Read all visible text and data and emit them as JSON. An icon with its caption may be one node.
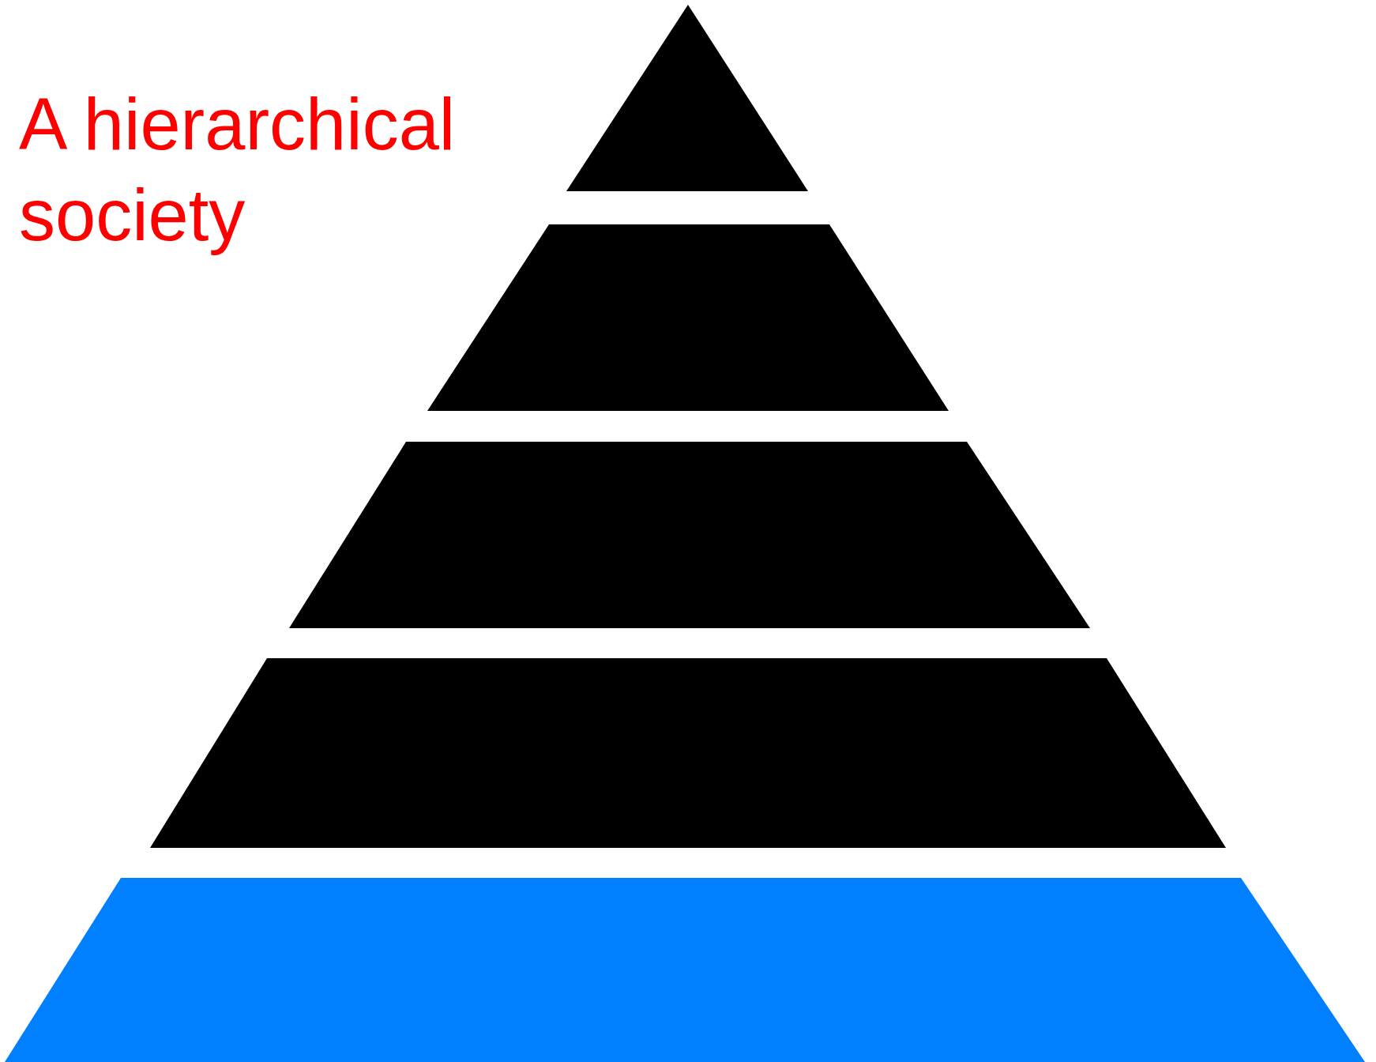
{
  "diagram": {
    "title": "A hierarchical society",
    "nodes": [
      {
        "text": [],
        "shape": "triangle"
      },
      {
        "text": [],
        "shape": "trapezoid"
      },
      {
        "text": [],
        "shape": "trapezoid"
      },
      {
        "text": [],
        "shape": "trapezoid"
      },
      {
        "text": [],
        "shape": "trapezoid"
      }
    ]
  }
}
